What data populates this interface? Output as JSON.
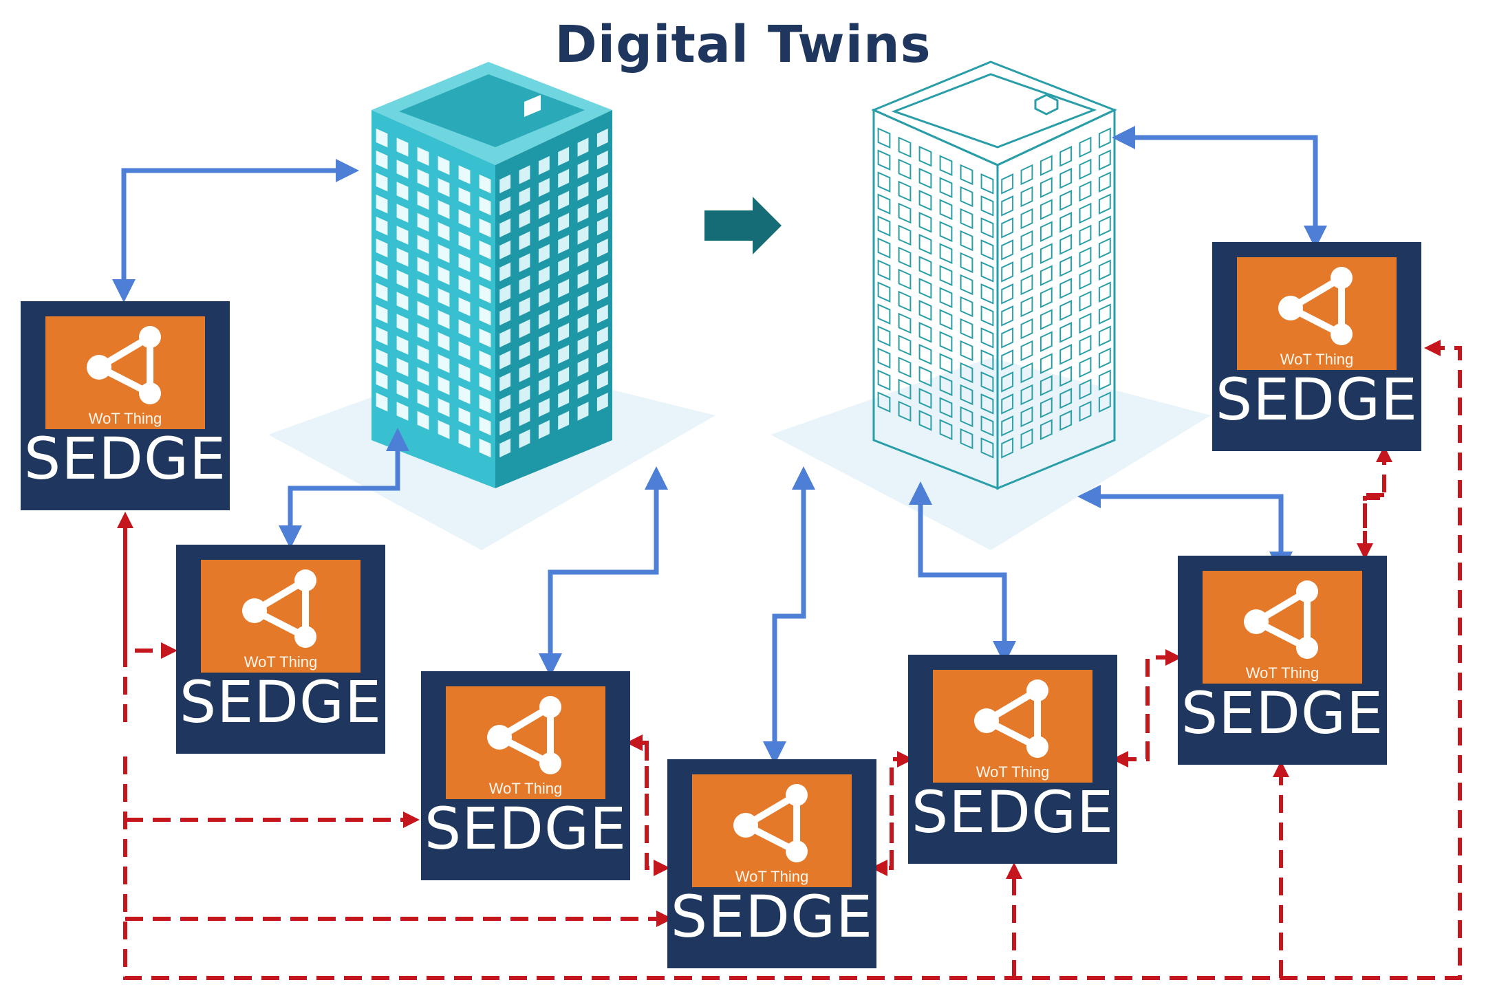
{
  "title": "Digital Twins",
  "node_sub_label": "WoT Thing",
  "node_main_label": "SEDGE",
  "colors": {
    "title": "#1f365f",
    "node_bg": "#1f365f",
    "node_panel": "#e5792a",
    "link_solid": "#4d7fd6",
    "link_dashed": "#c4161c",
    "twin_arrow": "#166c76",
    "building_real": "#38bfd0",
    "building_twin": "#2a9ea8",
    "ground": "#e8f4fa"
  },
  "nodes": [
    {
      "id": "n1",
      "sub": "WoT Thing",
      "main": "SEDGE"
    },
    {
      "id": "n2",
      "sub": "WoT Thing",
      "main": "SEDGE"
    },
    {
      "id": "n3",
      "sub": "WoT Thing",
      "main": "SEDGE"
    },
    {
      "id": "n4",
      "sub": "WoT Thing",
      "main": "SEDGE"
    },
    {
      "id": "n5",
      "sub": "WoT Thing",
      "main": "SEDGE"
    },
    {
      "id": "n6",
      "sub": "WoT Thing",
      "main": "SEDGE"
    },
    {
      "id": "n7",
      "sub": "WoT Thing",
      "main": "SEDGE"
    }
  ],
  "icons": {
    "node": "wot-share-icon",
    "real_building": "building-icon",
    "twin_building": "wireframe-building-icon",
    "transform": "arrow-right-icon"
  }
}
